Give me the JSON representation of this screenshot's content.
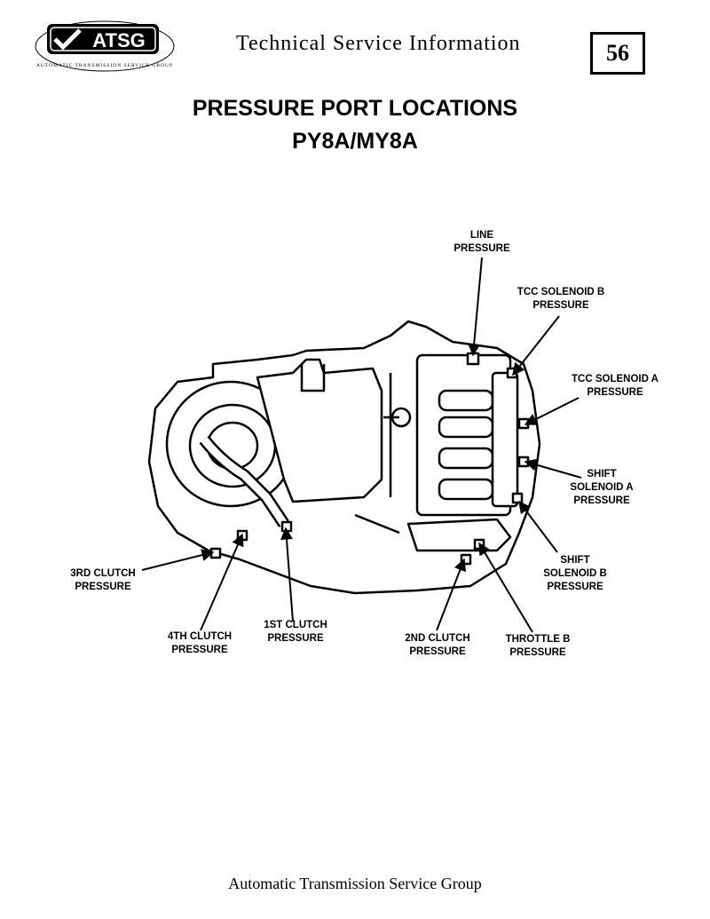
{
  "header": {
    "logo_text": "ATSG",
    "logo_ring_text": "AUTOMATIC TRANSMISSION SERVICE GROUP",
    "title": "Technical Service Information",
    "page_number": "56"
  },
  "document": {
    "title_line1": "PRESSURE PORT LOCATIONS",
    "title_line2": "PY8A/MY8A"
  },
  "diagram": {
    "labels": {
      "line": [
        "LINE",
        "PRESSURE"
      ],
      "tcc_b": [
        "TCC SOLENOID B",
        "PRESSURE"
      ],
      "tcc_a": [
        "TCC SOLENOID A",
        "PRESSURE"
      ],
      "shift_a": [
        "SHIFT",
        "SOLENOID A",
        "PRESSURE"
      ],
      "shift_b": [
        "SHIFT",
        "SOLENOID B",
        "PRESSURE"
      ],
      "third": [
        "3RD CLUTCH",
        "PRESSURE"
      ],
      "fourth": [
        "4TH CLUTCH",
        "PRESSURE"
      ],
      "first": [
        "1ST CLUTCH",
        "PRESSURE"
      ],
      "second": [
        "2ND CLUTCH",
        "PRESSURE"
      ],
      "throttle_b": [
        "THROTTLE B",
        "PRESSURE"
      ]
    }
  },
  "footer": {
    "text": "Automatic Transmission Service Group"
  }
}
